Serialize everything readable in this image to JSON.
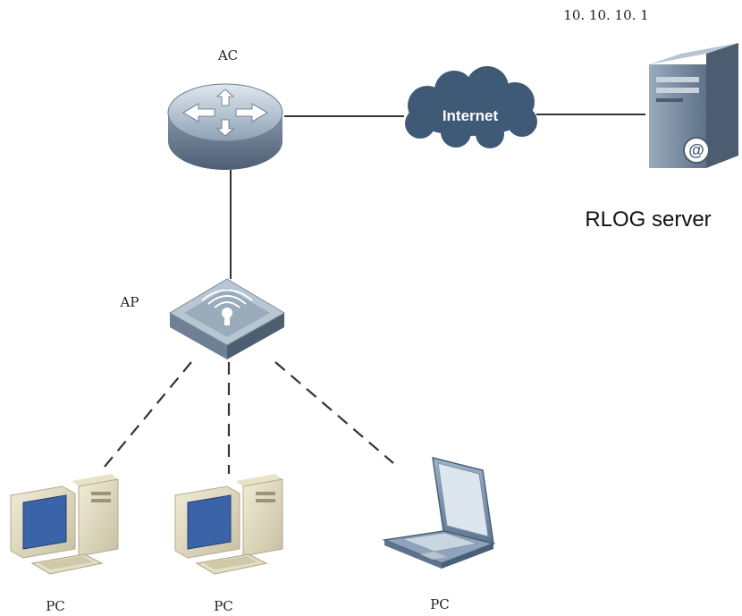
{
  "nodes": {
    "ac": {
      "label": "AC",
      "icon": "router-icon"
    },
    "internet": {
      "label": "Internet",
      "icon": "cloud-icon"
    },
    "server": {
      "ip": "10. 10. 10. 1",
      "label": "RLOG server",
      "icon": "server-icon"
    },
    "ap": {
      "label": "AP",
      "icon": "access-point-icon"
    },
    "pcs": [
      {
        "label": "PC",
        "icon": "desktop-pc-icon"
      },
      {
        "label": "PC",
        "icon": "desktop-pc-icon"
      },
      {
        "label": "PC",
        "icon": "laptop-icon"
      }
    ]
  },
  "links": [
    {
      "from": "ac",
      "to": "internet",
      "style": "solid"
    },
    {
      "from": "internet",
      "to": "server",
      "style": "solid"
    },
    {
      "from": "ac",
      "to": "ap",
      "style": "solid"
    },
    {
      "from": "ap",
      "to": "pc1",
      "style": "dashed"
    },
    {
      "from": "ap",
      "to": "pc2",
      "style": "dashed"
    },
    {
      "from": "ap",
      "to": "pc3",
      "style": "dashed"
    }
  ],
  "colors": {
    "device_body": "#9fb0c2",
    "device_dark": "#4d6178",
    "cloud": "#3e5a76",
    "link": "#333333",
    "server_body": "#7d8fa3",
    "screen": "#3b63a8"
  }
}
